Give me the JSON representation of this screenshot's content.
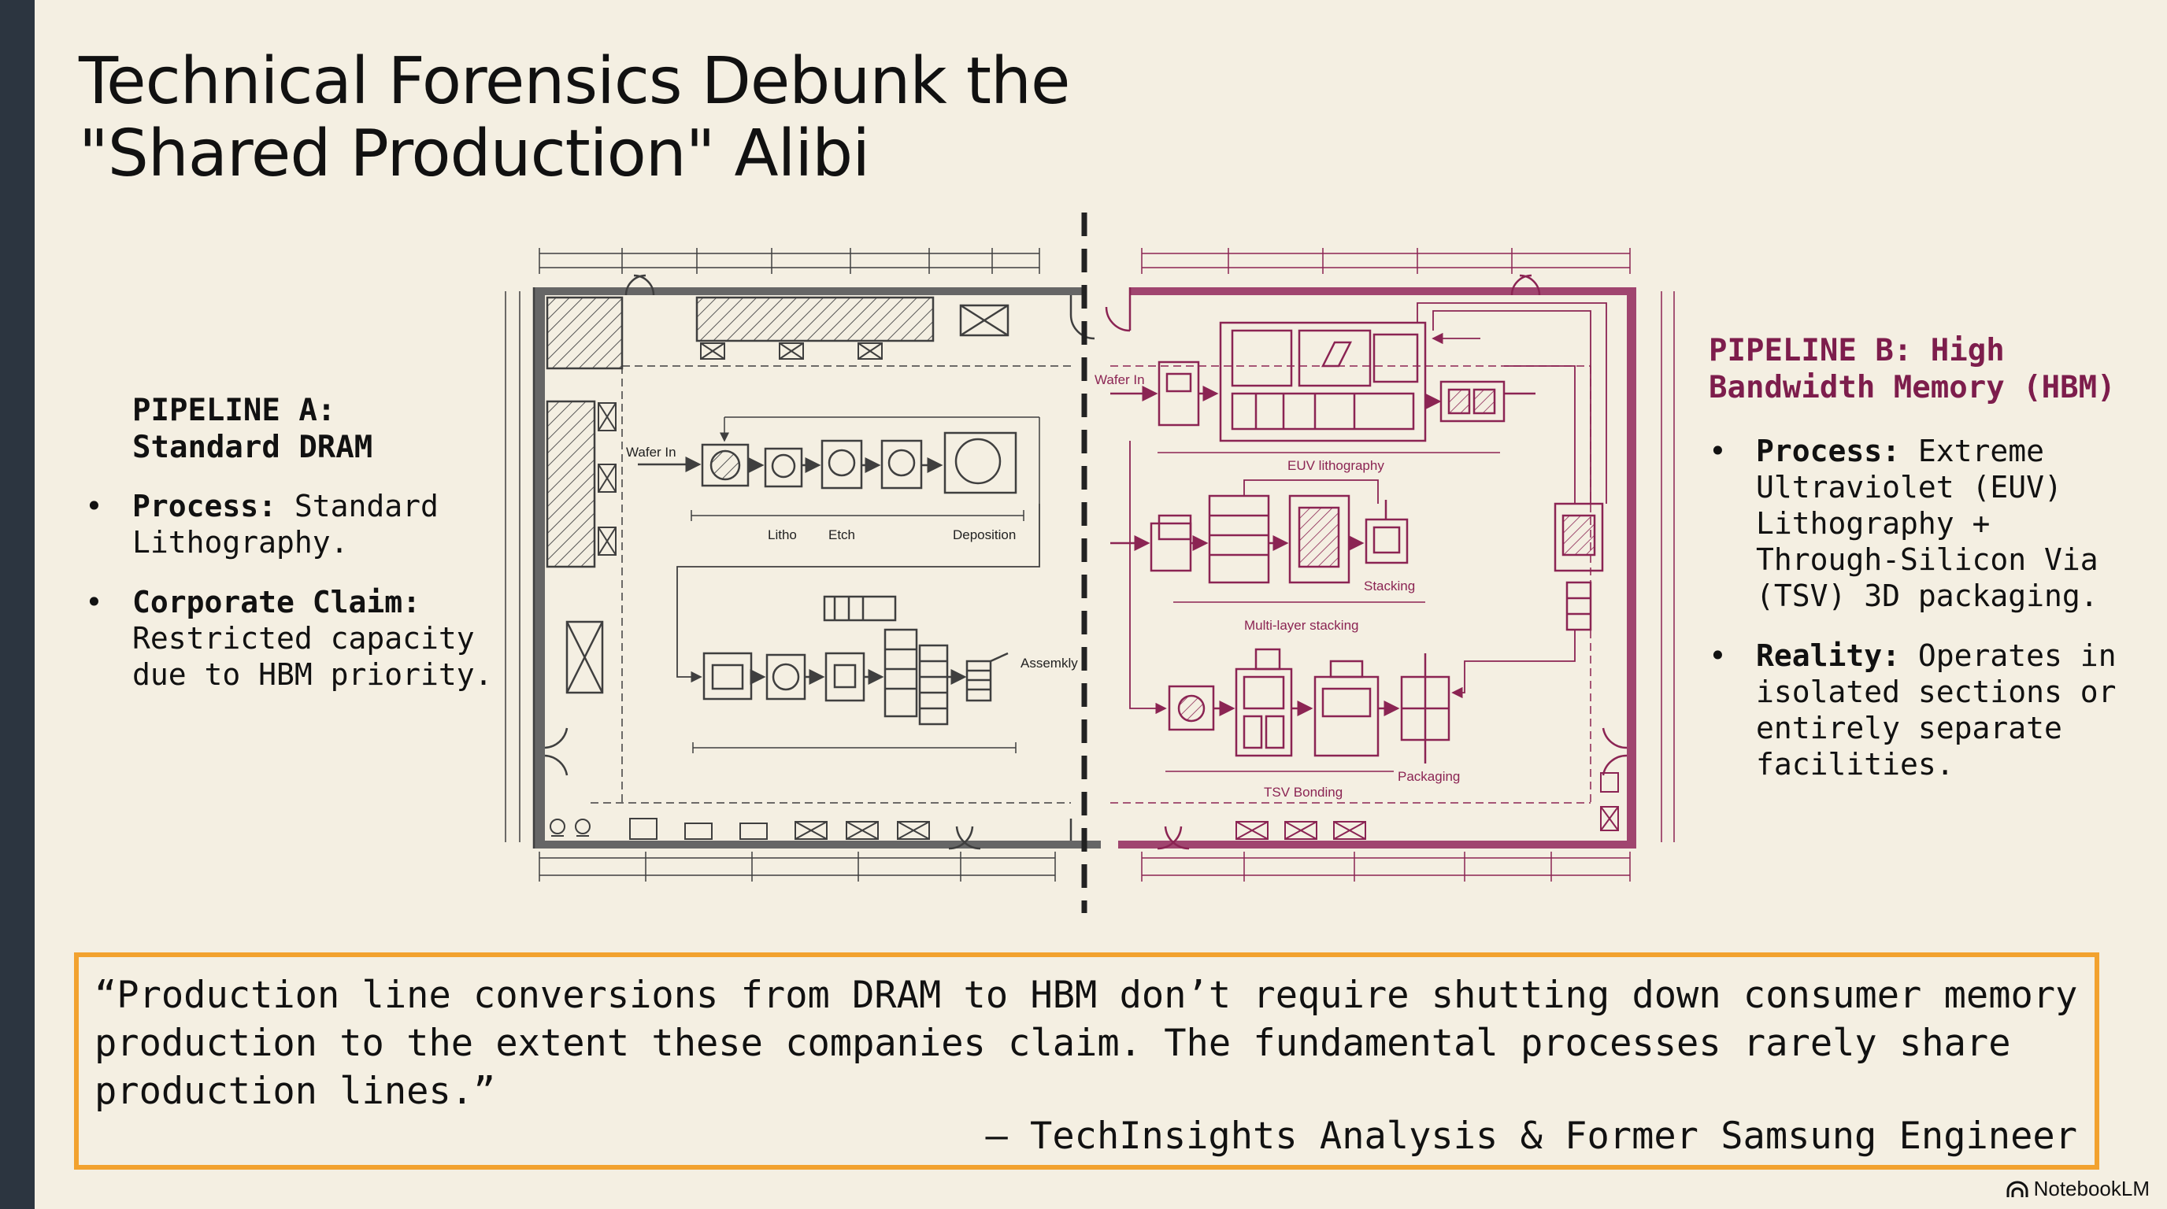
{
  "title": {
    "line1": "Technical Forensics Debunk the",
    "line2": "\"Shared Production\" Alibi"
  },
  "pipeline_a": {
    "heading_line1": "PIPELINE A:",
    "heading_line2": "Standard DRAM",
    "bullets": [
      {
        "label": "Process:",
        "text_line1": " Standard",
        "text_line2": "Lithography."
      },
      {
        "label": "Corporate Claim:",
        "text_line1": "Restricted capacity",
        "text_line2": "due to HBM priority."
      }
    ]
  },
  "pipeline_b": {
    "heading_line1": "PIPELINE B: High",
    "heading_line2": "Bandwidth Memory (HBM)",
    "bullets": [
      {
        "label": "Process:",
        "lines": [
          " Extreme",
          "Ultraviolet (EUV)",
          "Lithography +",
          "Through-Silicon Via",
          "(TSV) 3D packaging."
        ]
      },
      {
        "label": "Reality:",
        "lines": [
          " Operates in",
          "isolated sections or",
          "entirely separate",
          "facilities."
        ]
      }
    ]
  },
  "diagram": {
    "left_labels": {
      "wafer_in": "Wafer In",
      "litho": "Litho",
      "etch": "Etch",
      "deposition": "Deposition",
      "assembly": "Assemkly"
    },
    "right_labels": {
      "wafer_in": "Wafer In",
      "euv": "EUV lithography",
      "stacking": "Stacking",
      "multilayer": "Multi-layer stacking",
      "tsv": "TSV Bonding",
      "packaging": "Packaging"
    },
    "colors": {
      "left": "#3f3f3f",
      "right": "#8b2453",
      "divider": "#222222"
    }
  },
  "quote": {
    "line1": "“Production line conversions from DRAM to HBM don’t require shutting down consumer memory",
    "line2": "production to the extent these companies claim. The fundamental processes rarely share",
    "line3": "production lines.”",
    "attribution": "– TechInsights Analysis & Former Samsung Engineer"
  },
  "brand": {
    "name": "NotebookLM",
    "icon": "notebooklm-logo-icon"
  },
  "colors": {
    "background": "#f4efe2",
    "sidebar": "#2c3540",
    "accent_orange": "#f2a22f",
    "pipeline_b_heading": "#7d1d4c"
  }
}
